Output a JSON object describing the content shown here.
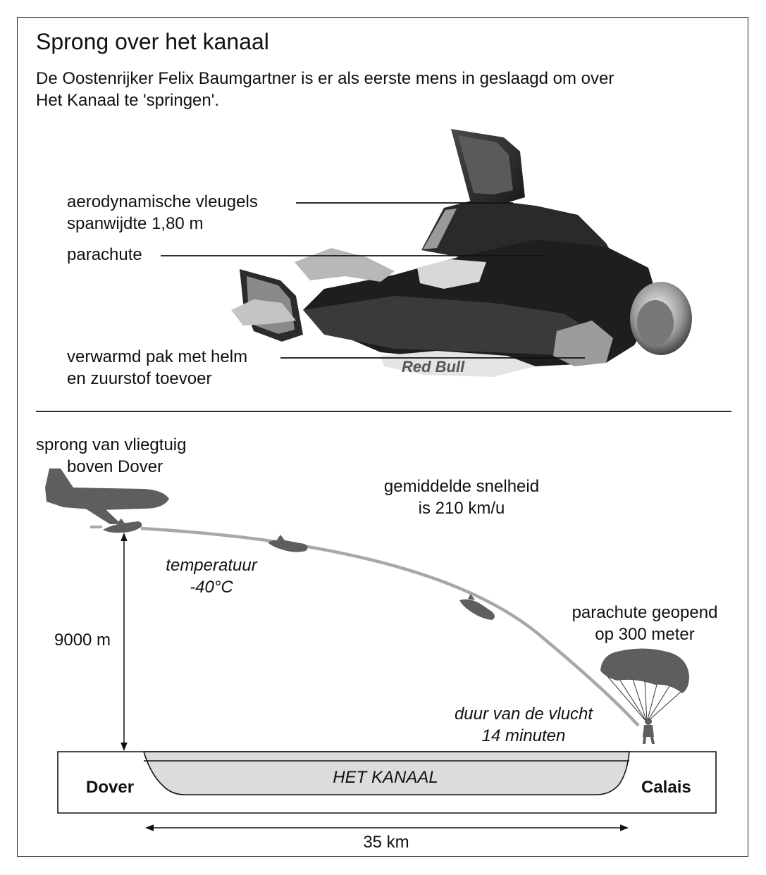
{
  "title": "Sprong over het kanaal",
  "intro": [
    "De Oostenrijker Felix Baumgartner is er als eerste mens in geslaagd om over",
    "Het Kanaal te 'springen'."
  ],
  "photo": {
    "brand_text": "Red Bull",
    "labels": {
      "wings": [
        "aerodynamische vleugels",
        "spanwijdte 1,80 m"
      ],
      "parachute": "parachute",
      "suit": [
        "verwarmd pak met helm",
        "en zuurstof toevoer"
      ]
    }
  },
  "route": {
    "jump": [
      "sprong van vliegtuig",
      "boven Dover"
    ],
    "speed": [
      "gemiddelde snelheid",
      "is 210 km/u"
    ],
    "temperature": [
      "temperatuur",
      "-40°C"
    ],
    "altitude": "9000 m",
    "chute_open": [
      "parachute geopend",
      "op 300 meter"
    ],
    "duration": [
      "duur van de vlucht",
      "14 minuten"
    ],
    "channel": "HET KANAAL",
    "left_town": "Dover",
    "right_town": "Calais",
    "distance": "35 km"
  },
  "colors": {
    "silhouette": "#5e5e5e",
    "trajectory": "#a8a8a8",
    "water": "#dcdcdc",
    "line": "#111111"
  }
}
